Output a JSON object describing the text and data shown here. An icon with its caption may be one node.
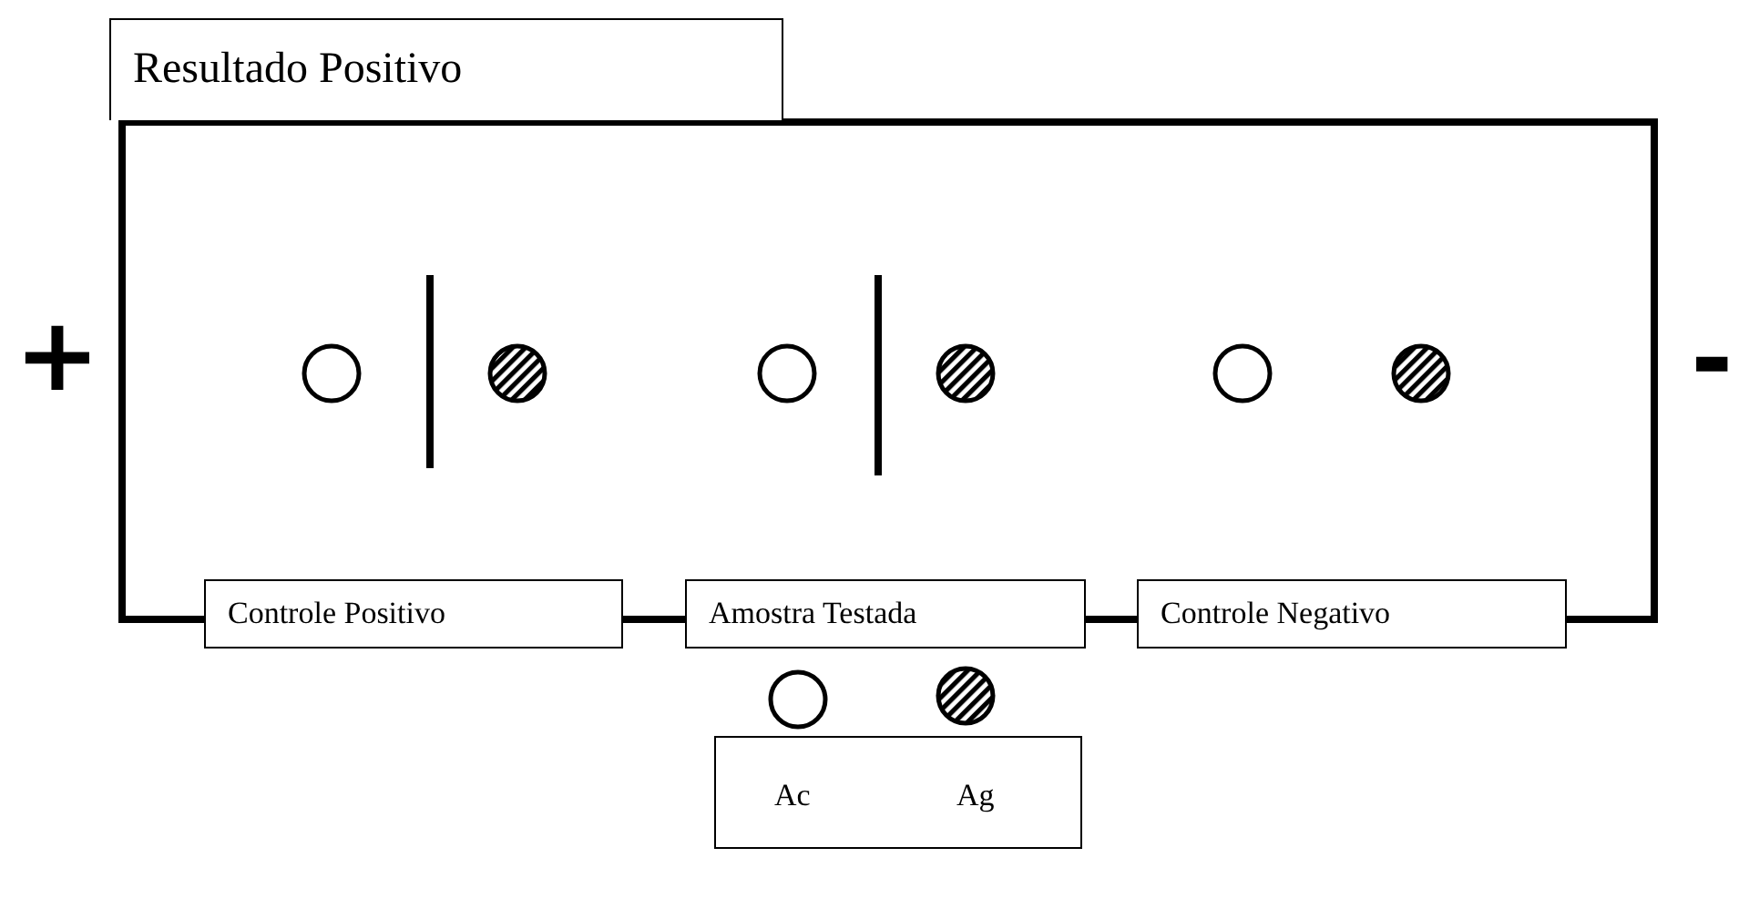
{
  "diagram": {
    "nodes": [
      {
        "text": [
          "Resultado Positivo"
        ]
      },
      {
        "text": [
          "Controle Positivo"
        ]
      },
      {
        "text": [
          "Amostra Testada"
        ]
      },
      {
        "text": [
          "Controle Negativo"
        ]
      },
      {
        "text": [
          "Ac",
          "Ag"
        ]
      }
    ],
    "labels": [
      "+",
      "-"
    ]
  }
}
